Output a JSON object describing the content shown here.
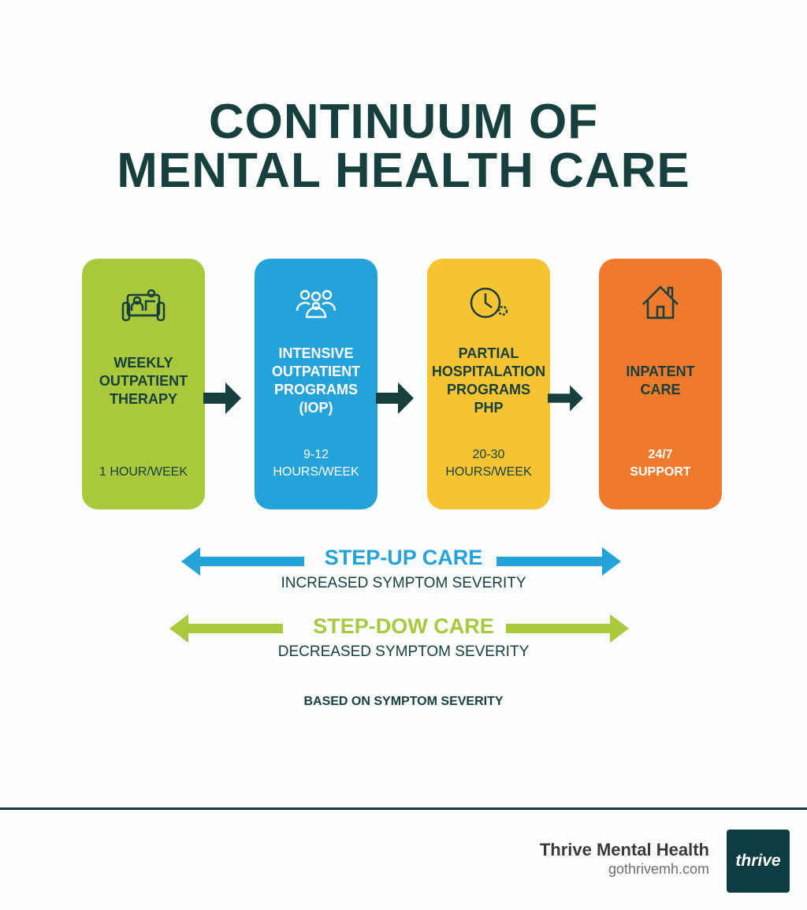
{
  "title": {
    "line1": "CONTINUUM OF",
    "line2": "MENTAL HEALTH CARE"
  },
  "levels": [
    {
      "label": "WEEKLY\nOUTPATIENT\nTHERAPY",
      "detail": "1 HOUR/WEEK",
      "icon": "therapy-couch-icon",
      "color": "#a9c83c",
      "text_color": "#173f3d"
    },
    {
      "label": "INTENSIVE\nOUTPATIENT\nPROGRAMS\n(IOP)",
      "detail": "9-12\nHOURS/WEEK",
      "icon": "group-icon",
      "color": "#24a3da",
      "text_color": "#ffffff"
    },
    {
      "label": "PARTIAL\nHOSPITALATION\nPROGRAMS\nPHP",
      "detail": "20-30\nHOURS/WEEK",
      "icon": "clock-gear-icon",
      "color": "#f6c431",
      "text_color": "#173f3d"
    },
    {
      "label": "INPATENT\nCARE",
      "detail": "24/7\nSUPPORT",
      "icon": "house-icon",
      "color": "#f07a2c",
      "text_color": "#173f3d"
    }
  ],
  "step_up": {
    "title": "STEP-UP CARE",
    "subtitle": "INCREASED SYMPTOM SEVERITY",
    "color": "#24a3da"
  },
  "step_down": {
    "title": "STEP-DOW CARE",
    "subtitle": "DECREASED SYMPTOM SEVERITY",
    "color": "#a9c83c"
  },
  "footnote": "BASED ON SYMPTOM SEVERITY",
  "footer": {
    "brand": "Thrive Mental Health",
    "url": "gothrivemh.com",
    "logo_text": "thrive"
  }
}
